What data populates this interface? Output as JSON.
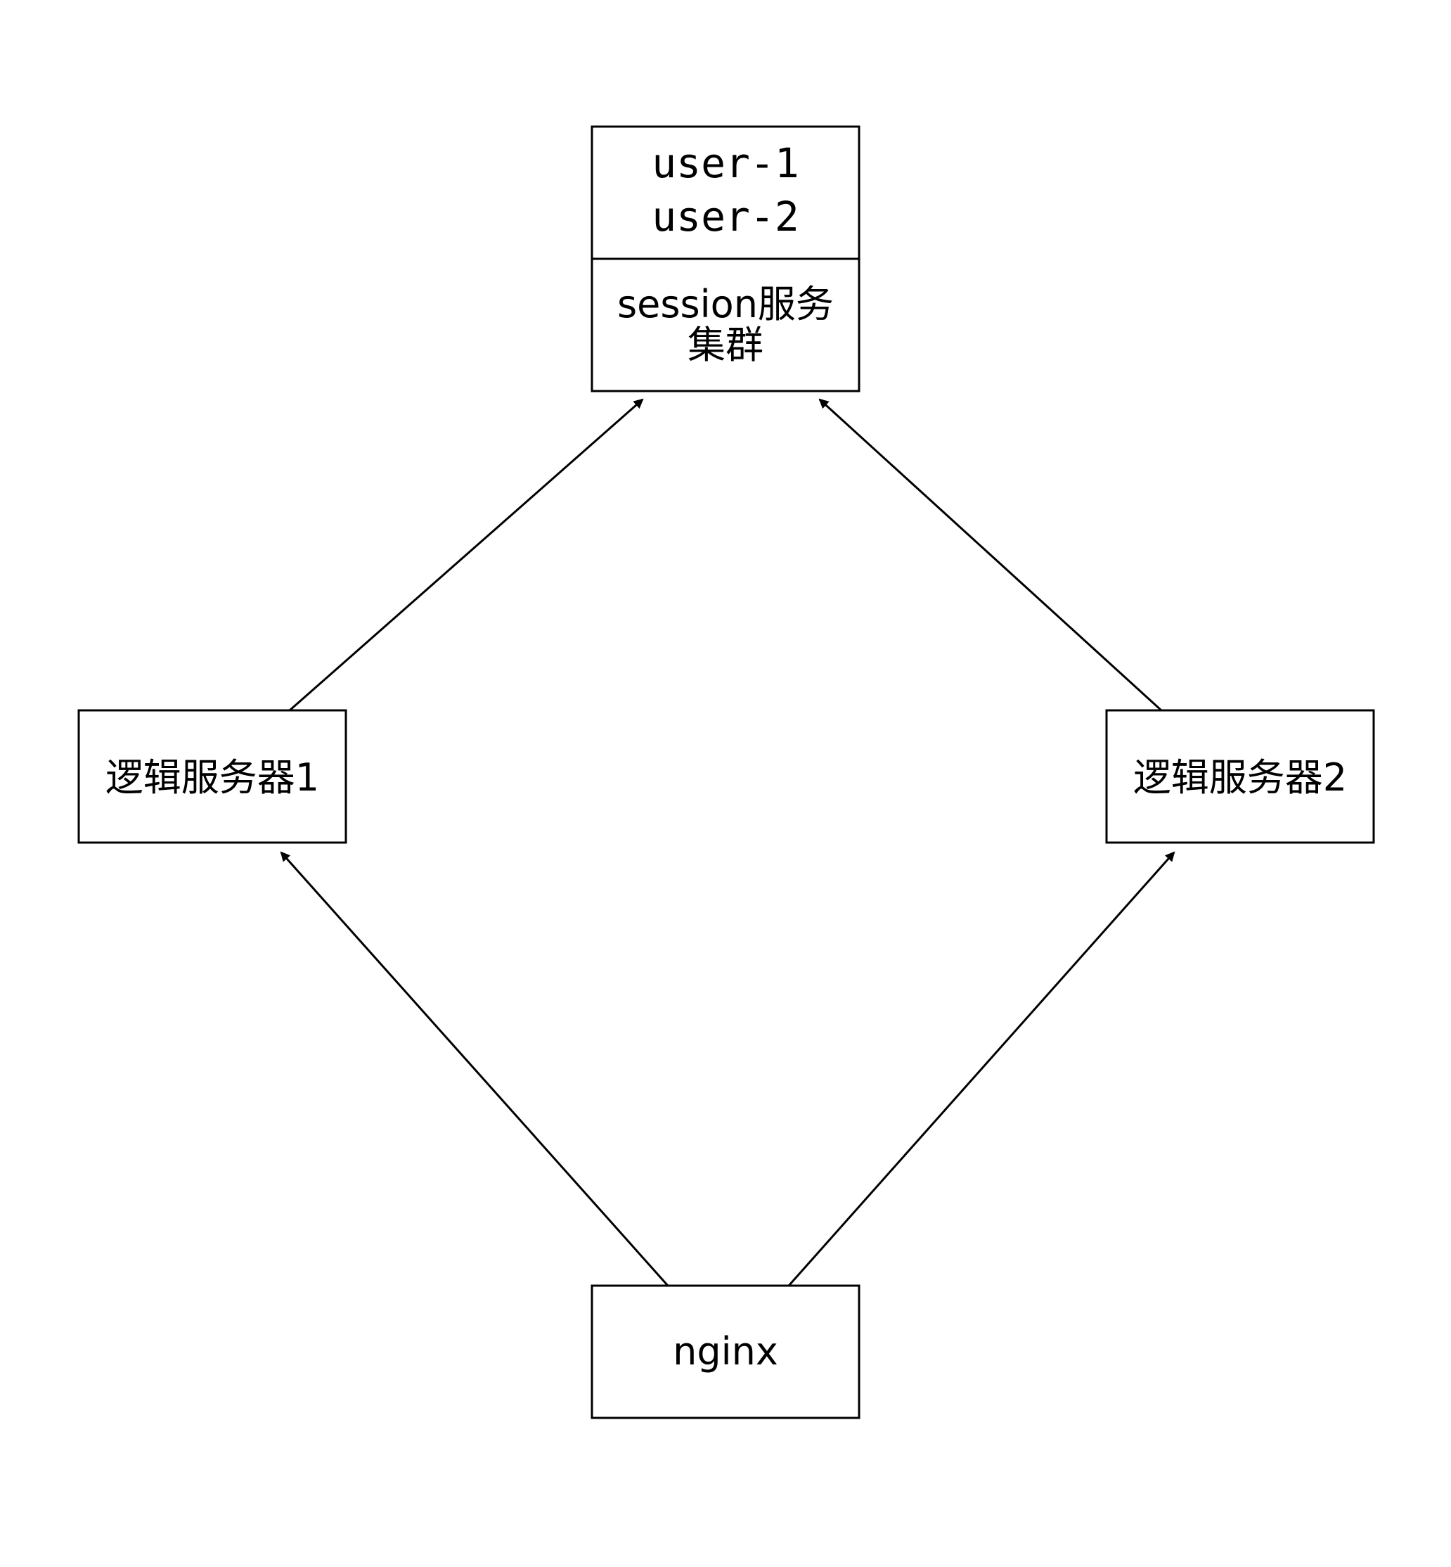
{
  "diagram": {
    "session_cluster": {
      "users": [
        "user-1",
        "user-2"
      ],
      "label_line_1": "session服务",
      "label_line_2": "集群"
    },
    "logic_server_1": {
      "label": "逻辑服务器1"
    },
    "logic_server_2": {
      "label": "逻辑服务器2"
    },
    "nginx": {
      "label": "nginx"
    },
    "edges": [
      {
        "from": "nginx",
        "to": "logic_server_1"
      },
      {
        "from": "nginx",
        "to": "logic_server_2"
      },
      {
        "from": "logic_server_1",
        "to": "session_cluster"
      },
      {
        "from": "logic_server_2",
        "to": "session_cluster"
      }
    ],
    "colors": {
      "line": "#000000",
      "background": "#ffffff"
    }
  }
}
